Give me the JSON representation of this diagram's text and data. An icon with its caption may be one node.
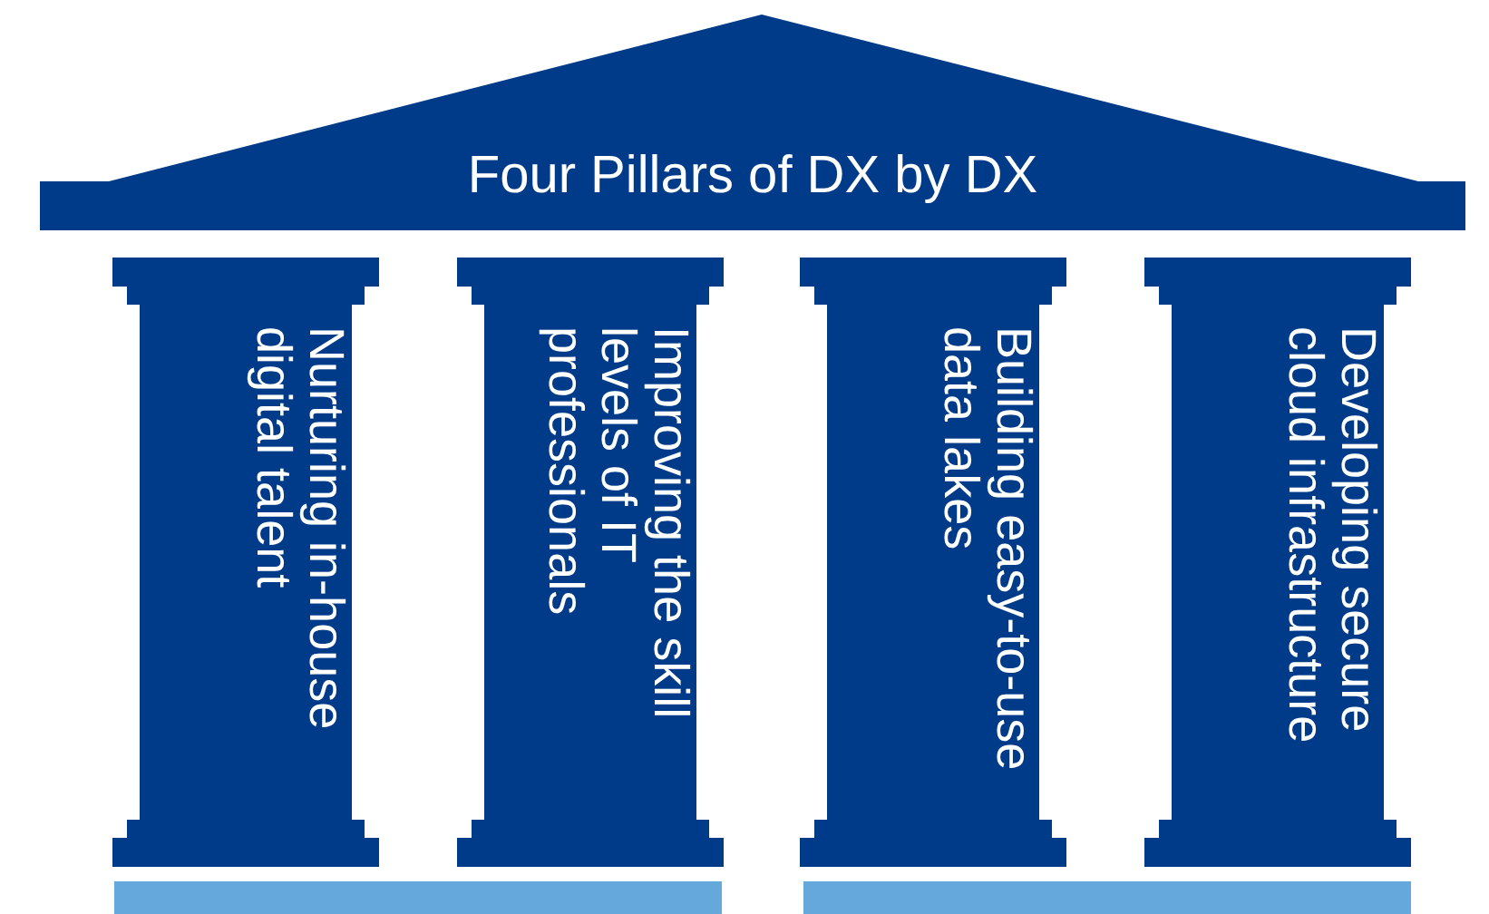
{
  "diagram": {
    "nodes": [
      {
        "text": [
          "Four Pillars of DX by DX"
        ]
      },
      {
        "text": [
          "Nurturing in-house digital talent"
        ]
      },
      {
        "text": [
          "Improving the skill levels of IT professionals"
        ]
      },
      {
        "text": [
          "Building easy-to-use data lakes"
        ]
      },
      {
        "text": [
          "Developing secure cloud infrastructure"
        ]
      },
      {
        "text": [],
        "shape": "bar"
      },
      {
        "text": [],
        "shape": "bar"
      }
    ],
    "edges": []
  }
}
